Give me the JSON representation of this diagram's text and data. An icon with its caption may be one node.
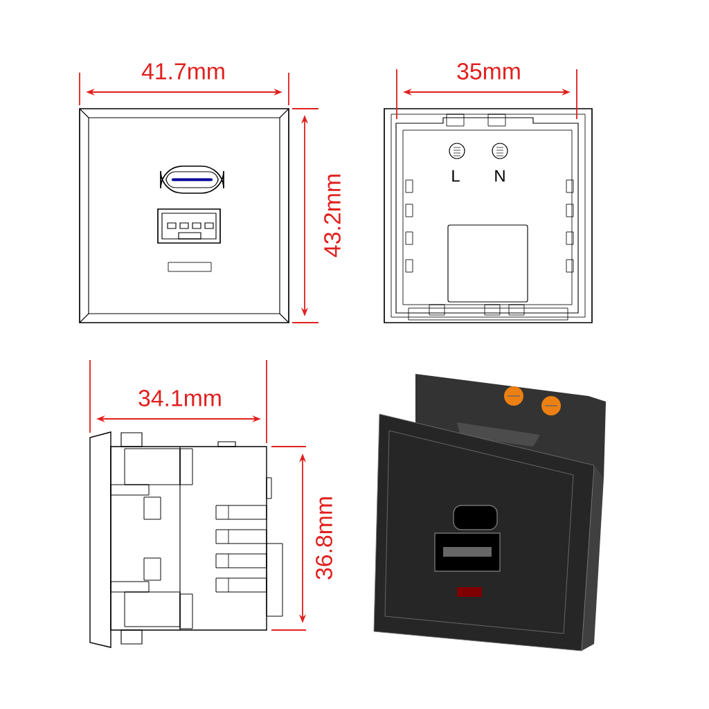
{
  "diagram": {
    "labels": [
      "41.7mm",
      "35mm",
      "43.2mm",
      "L",
      "N",
      "34.1mm",
      "36.8mm"
    ]
  }
}
